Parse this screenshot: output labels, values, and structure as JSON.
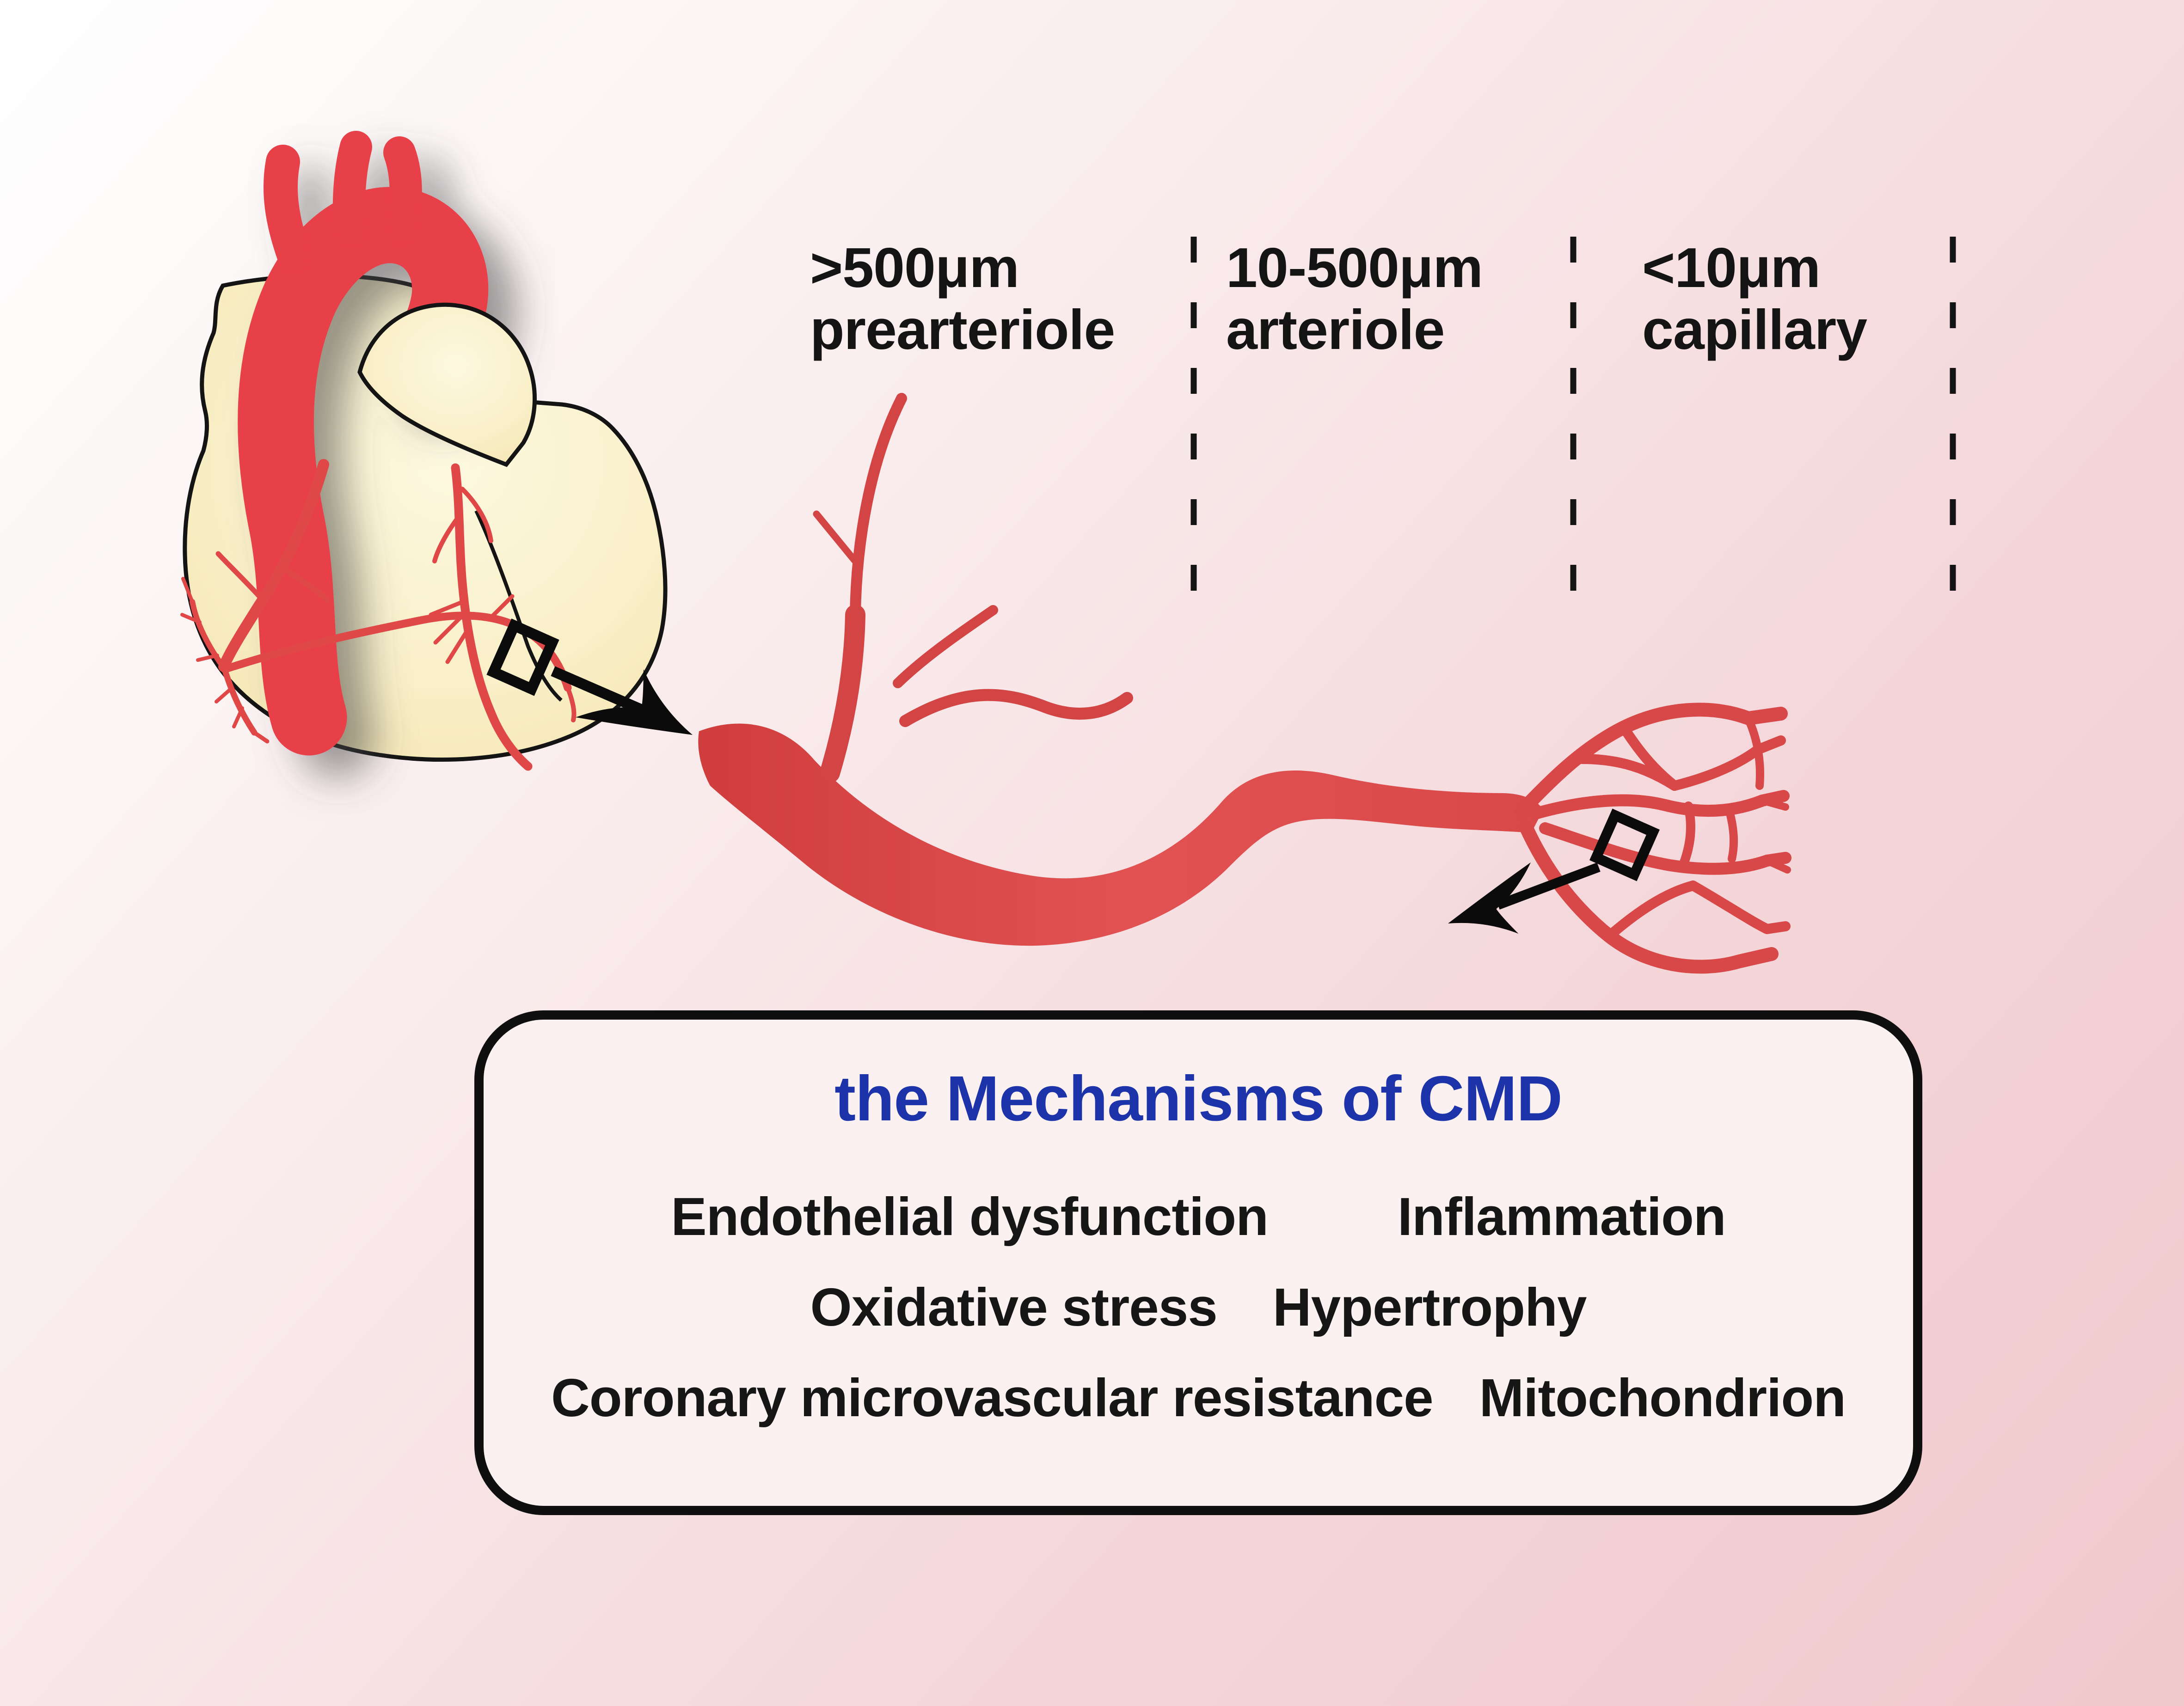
{
  "zones": {
    "labels": [
      {
        "size": ">500μm",
        "name": "prearteriole"
      },
      {
        "size": "10-500μm",
        "name": "arteriole"
      },
      {
        "size": "<10μm",
        "name": "capillary"
      }
    ]
  },
  "mechanisms_box": {
    "title": "the Mechanisms of CMD",
    "items_rows": [
      [
        "Endothelial dysfunction",
        "Inflammation"
      ],
      [
        "Oxidative stress",
        "Hypertrophy"
      ],
      [
        "Coronary microvascular resistance",
        "Mitochondrion"
      ]
    ]
  },
  "graphics": {
    "heart_icon": "heart-with-coronary-arteries",
    "vessel_icon": "branching-prearteriole-vessel",
    "capillary_icon": "capillary-network-fan",
    "marker_icon": "zoom-region-square",
    "arrow_icon": "magnify-arrow",
    "divider_icon": "dashed-zone-divider"
  },
  "colors": {
    "background_top_left": "#ffffff",
    "background_bottom_right": "#f0c8cc",
    "vessel_red": "#d94646",
    "aorta_red": "#e73f48",
    "heart_cream": "#f8ecc2",
    "outline_black": "#141414",
    "box_background": "#fbf1f1",
    "box_border": "#0f0f0f",
    "title_blue": "#1c33aa",
    "text_black": "#161616"
  }
}
